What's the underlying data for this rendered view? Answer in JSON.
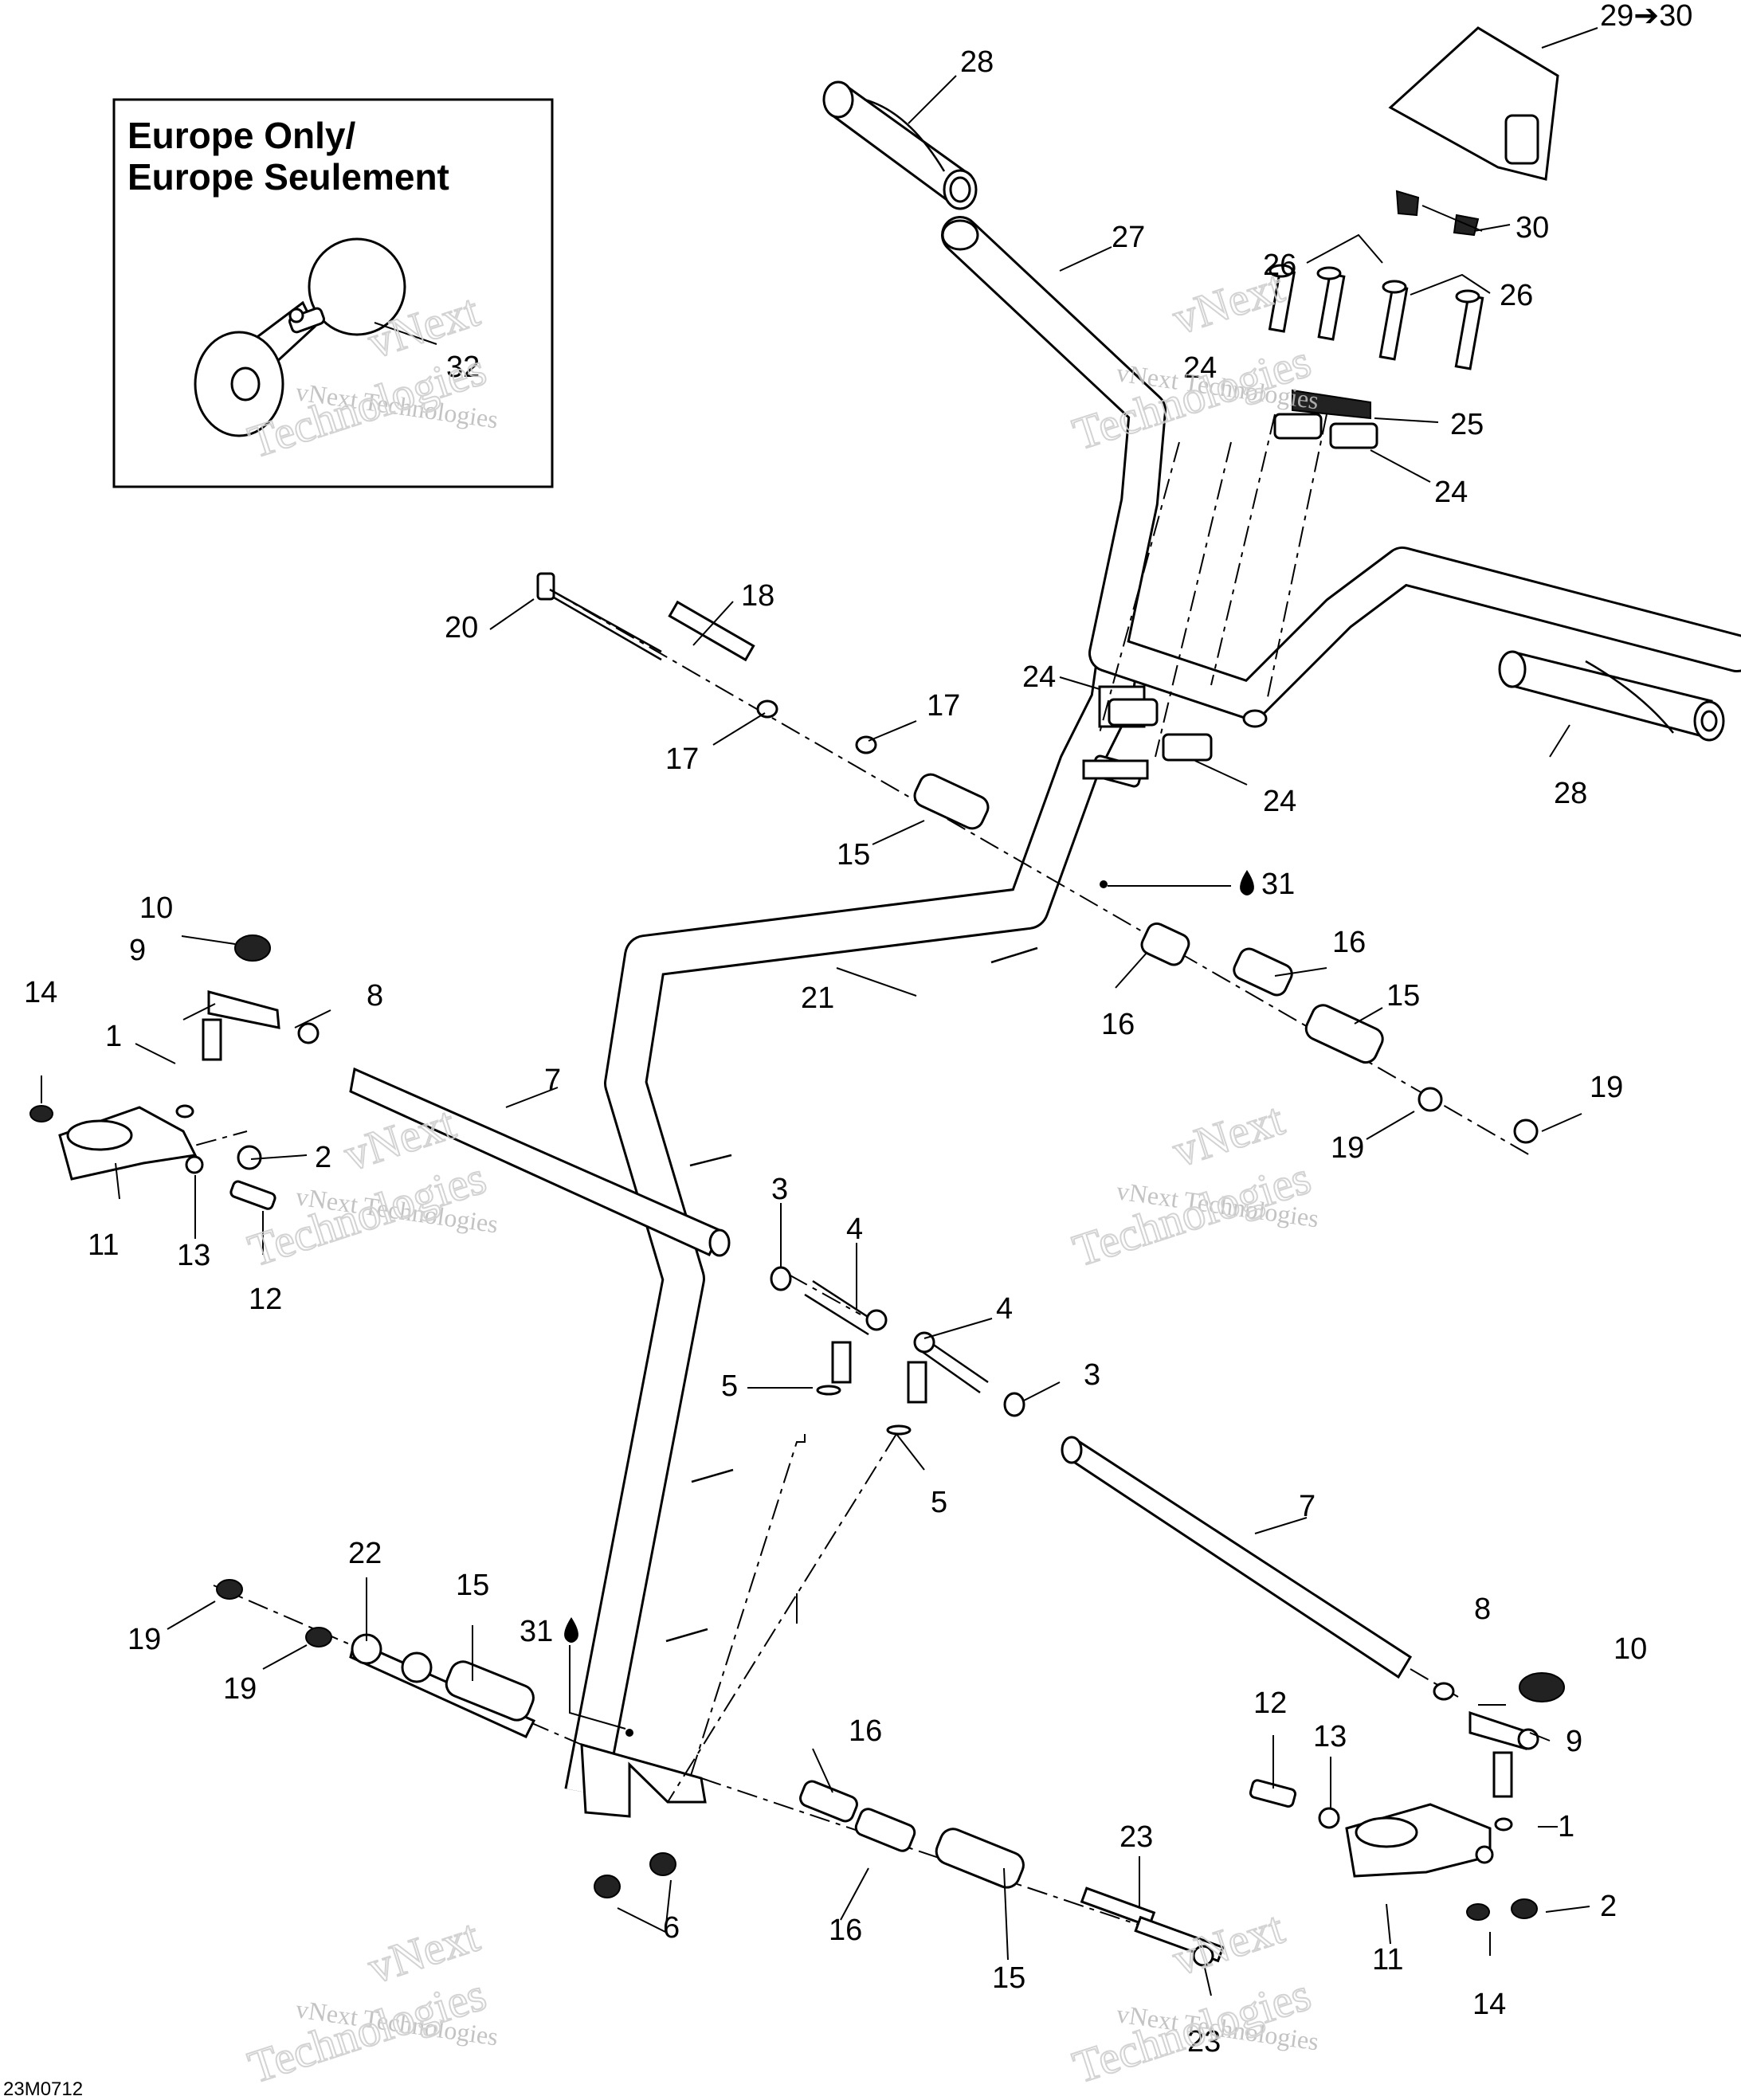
{
  "inset": {
    "title_line1": "Europe Only/",
    "title_line2": "Europe Seulement",
    "horn_callout": "32"
  },
  "diagram_ref": "23M0712",
  "watermark": {
    "line1": "vNext Technologies",
    "line2": "vNext",
    "line3": "Technologies"
  },
  "callouts": [
    {
      "id": "c28a",
      "text": "28"
    },
    {
      "id": "c2930",
      "text": "29➔30"
    },
    {
      "id": "c27",
      "text": "27"
    },
    {
      "id": "c30",
      "text": "30"
    },
    {
      "id": "c26a",
      "text": "26"
    },
    {
      "id": "c26b",
      "text": "26"
    },
    {
      "id": "c24a",
      "text": "24"
    },
    {
      "id": "c25",
      "text": "25"
    },
    {
      "id": "c24b",
      "text": "24"
    },
    {
      "id": "c20",
      "text": "20"
    },
    {
      "id": "c18",
      "text": "18"
    },
    {
      "id": "c17a",
      "text": "17"
    },
    {
      "id": "c17b",
      "text": "17"
    },
    {
      "id": "c24c",
      "text": "24"
    },
    {
      "id": "c24d",
      "text": "24"
    },
    {
      "id": "c28b",
      "text": "28"
    },
    {
      "id": "c15a",
      "text": "15"
    },
    {
      "id": "c31a",
      "text": "31"
    },
    {
      "id": "c10a",
      "text": "10"
    },
    {
      "id": "c9a",
      "text": "9"
    },
    {
      "id": "c14a",
      "text": "14"
    },
    {
      "id": "c8a",
      "text": "8"
    },
    {
      "id": "c1a",
      "text": "1"
    },
    {
      "id": "c21",
      "text": "21"
    },
    {
      "id": "c16a",
      "text": "16"
    },
    {
      "id": "c16b",
      "text": "16"
    },
    {
      "id": "c15b",
      "text": "15"
    },
    {
      "id": "c7a",
      "text": "7"
    },
    {
      "id": "c19a",
      "text": "19"
    },
    {
      "id": "c19b",
      "text": "19"
    },
    {
      "id": "c2a",
      "text": "2"
    },
    {
      "id": "c11a",
      "text": "11"
    },
    {
      "id": "c13a",
      "text": "13"
    },
    {
      "id": "c12a",
      "text": "12"
    },
    {
      "id": "c3a",
      "text": "3"
    },
    {
      "id": "c4a",
      "text": "4"
    },
    {
      "id": "c4b",
      "text": "4"
    },
    {
      "id": "c3b",
      "text": "3"
    },
    {
      "id": "c5a",
      "text": "5"
    },
    {
      "id": "c5b",
      "text": "5"
    },
    {
      "id": "c7b",
      "text": "7"
    },
    {
      "id": "c22",
      "text": "22"
    },
    {
      "id": "c15c",
      "text": "15"
    },
    {
      "id": "c31b",
      "text": "31"
    },
    {
      "id": "c8b",
      "text": "8"
    },
    {
      "id": "c10b",
      "text": "10"
    },
    {
      "id": "c19c",
      "text": "19"
    },
    {
      "id": "c19d",
      "text": "19"
    },
    {
      "id": "c16c",
      "text": "16"
    },
    {
      "id": "c12b",
      "text": "12"
    },
    {
      "id": "c13b",
      "text": "13"
    },
    {
      "id": "c9b",
      "text": "9"
    },
    {
      "id": "c1b",
      "text": "1"
    },
    {
      "id": "c23a",
      "text": "23"
    },
    {
      "id": "c2b",
      "text": "2"
    },
    {
      "id": "c6",
      "text": "6"
    },
    {
      "id": "c16d",
      "text": "16"
    },
    {
      "id": "c15d",
      "text": "15"
    },
    {
      "id": "c11b",
      "text": "11"
    },
    {
      "id": "c14b",
      "text": "14"
    },
    {
      "id": "c23b",
      "text": "23"
    }
  ]
}
